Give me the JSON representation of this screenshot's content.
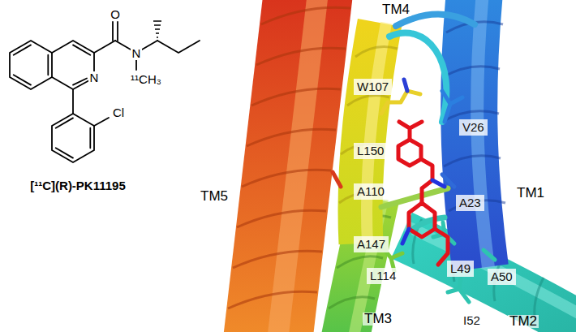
{
  "diagram": {
    "nodes": [
      {
        "text": [
          "W107"
        ]
      },
      {
        "text": [
          "V26"
        ]
      },
      {
        "text": [
          "L150"
        ]
      },
      {
        "text": [
          "A110"
        ]
      },
      {
        "text": [
          "A23"
        ]
      },
      {
        "text": [
          "A147"
        ]
      },
      {
        "text": [
          "L49"
        ]
      },
      {
        "text": [
          "L114"
        ]
      },
      {
        "text": [
          "A50"
        ]
      },
      {
        "text": [
          "I52"
        ]
      }
    ],
    "labels": [
      "O",
      "N",
      "N",
      "¹¹CH₃",
      "Cl",
      "[¹¹C](R)-PK11195",
      "TM4",
      "TM5",
      "TM1",
      "TM3",
      "TM2"
    ]
  }
}
